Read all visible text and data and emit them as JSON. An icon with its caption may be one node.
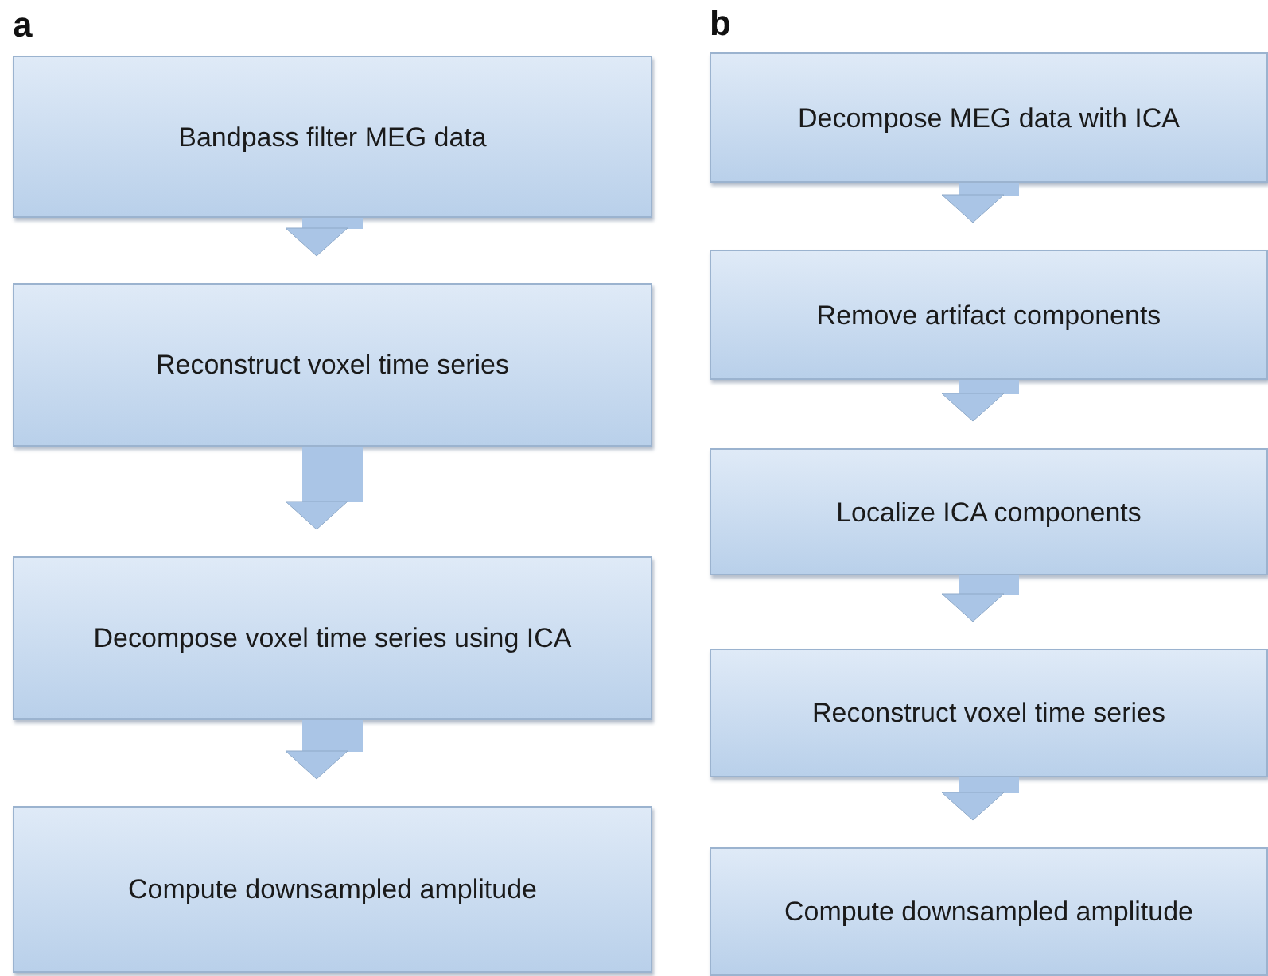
{
  "diagram": {
    "nodes": [
      {
        "text": [
          "Bandpass filter MEG data"
        ]
      },
      {
        "text": [
          "Reconstruct voxel time series"
        ]
      },
      {
        "text": [
          "Decompose voxel time series using ICA"
        ]
      },
      {
        "text": [
          "Compute downsampled amplitude"
        ]
      },
      {
        "text": [
          "Decompose MEG data with ICA"
        ]
      },
      {
        "text": [
          "Remove artifact components"
        ]
      },
      {
        "text": [
          "Localize ICA components"
        ]
      },
      {
        "text": [
          "Reconstruct voxel time series"
        ]
      },
      {
        "text": [
          "Compute downsampled amplitude"
        ]
      }
    ],
    "edges": [
      {
        "from": 0,
        "to": 1,
        "arrow": "to"
      },
      {
        "from": 1,
        "to": 2,
        "arrow": "to"
      },
      {
        "from": 2,
        "to": 3,
        "arrow": "to"
      },
      {
        "from": 4,
        "to": 5,
        "arrow": "to"
      },
      {
        "from": 5,
        "to": 6,
        "arrow": "to"
      },
      {
        "from": 6,
        "to": 7,
        "arrow": "to"
      },
      {
        "from": 7,
        "to": 8,
        "arrow": "to"
      }
    ],
    "labels": [
      "a",
      "b"
    ]
  }
}
